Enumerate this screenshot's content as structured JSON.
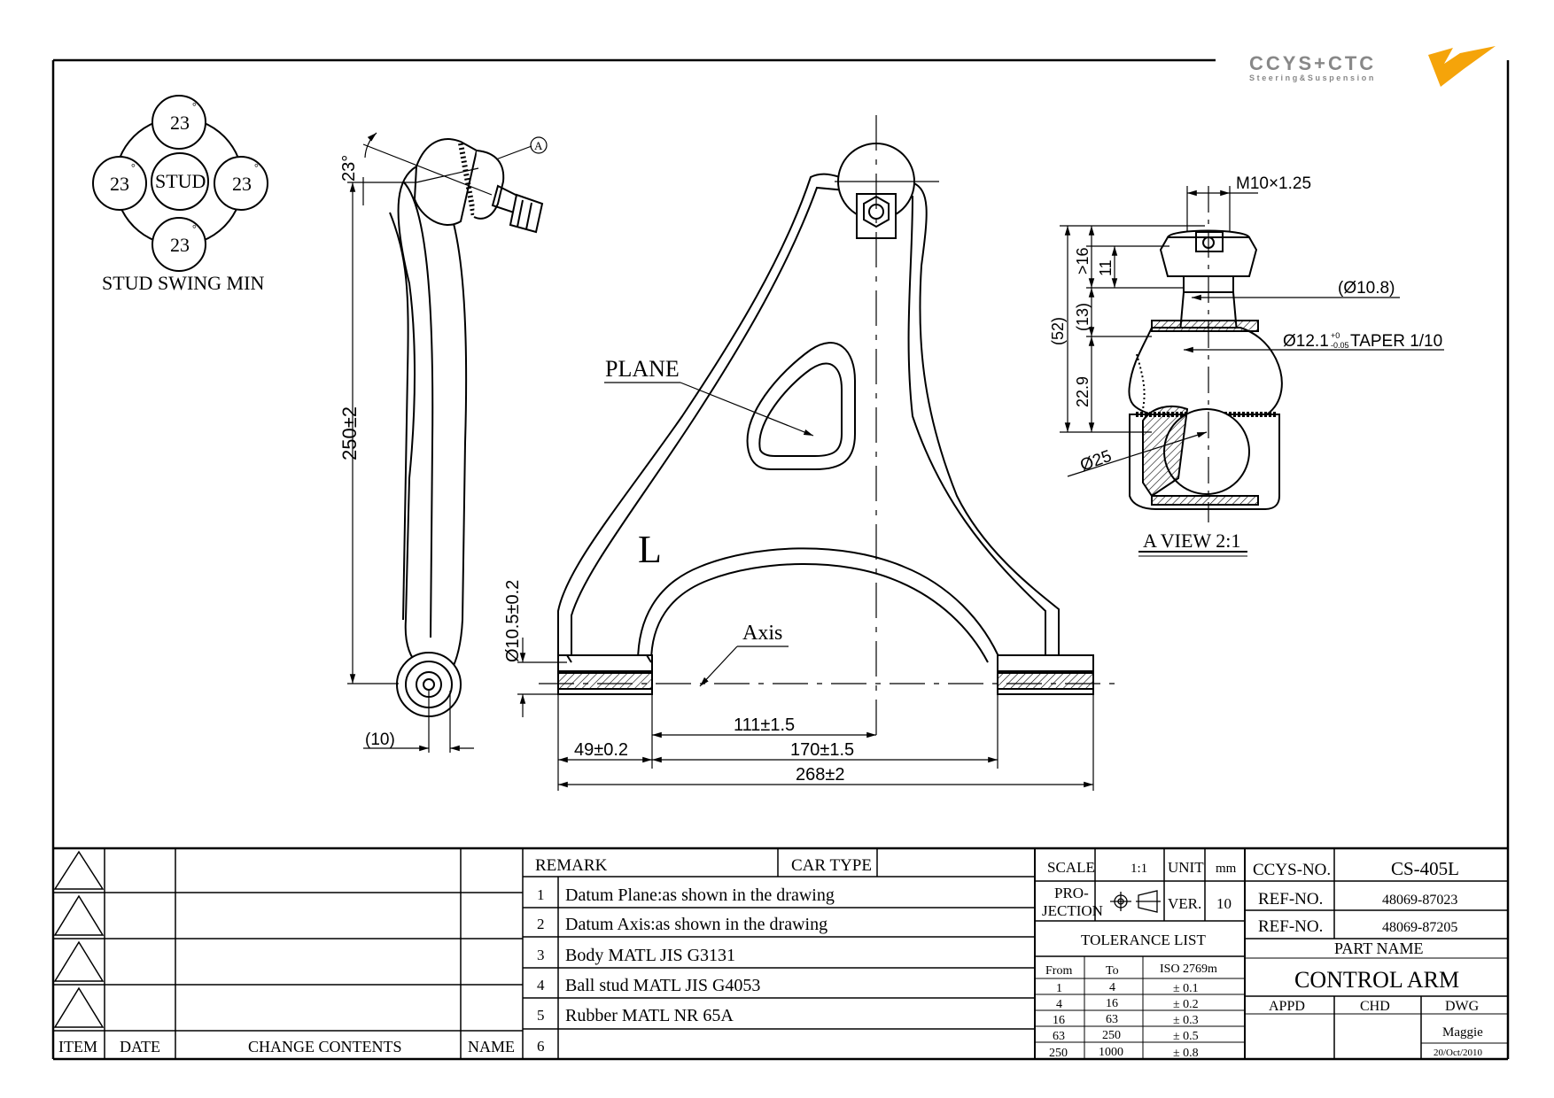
{
  "logo": {
    "brand": "CCYS+CTC",
    "tagline": "Steering&Suspension"
  },
  "stud_swing": {
    "center": "STUD",
    "values": [
      "23",
      "23",
      "23",
      "23"
    ],
    "degree": "°",
    "caption": "STUD SWING MIN"
  },
  "side_view": {
    "angle": "23°",
    "callout": "A",
    "length": "250±2",
    "offset": "(10)"
  },
  "front_view": {
    "plane_label": "PLANE",
    "side_mark": "L",
    "axis_label": "Axis",
    "bush_dia": "Ø10.5±0.2",
    "dims": [
      "111±1.5",
      "49±0.2",
      "170±1.5",
      "268±2"
    ]
  },
  "a_view": {
    "thread": "M10×1.25",
    "d_outer": "(Ø10.8)",
    "taper_prefix": "Ø12.1",
    "taper_tol_top": "+0",
    "taper_tol_bot": "-0.05",
    "taper_suffix": "TAPER 1/10",
    "ball_dia": "Ø25",
    "v16": ">16",
    "v11": "11",
    "v13": "(13)",
    "v52": "(52)",
    "v229": "22.9",
    "title": "A VIEW 2:1"
  },
  "title_block": {
    "revision_headers": {
      "item": "ITEM",
      "date": "DATE",
      "change": "CHANGE CONTENTS",
      "name": "NAME"
    },
    "remark_label": "REMARK",
    "car_type_label": "CAR TYPE",
    "remarks": [
      {
        "no": "1",
        "text": "Datum Plane:as shown in the drawing"
      },
      {
        "no": "2",
        "text": "Datum Axis:as shown in the drawing"
      },
      {
        "no": "3",
        "text": "Body MATL JIS G3131"
      },
      {
        "no": "4",
        "text": "Ball stud MATL JIS G4053"
      },
      {
        "no": "5",
        "text": "Rubber MATL NR 65A"
      },
      {
        "no": "6",
        "text": ""
      }
    ],
    "scale_label": "SCALE",
    "scale_value": "1:1",
    "unit_label": "UNIT",
    "unit_value": "mm",
    "projection_label_1": "PRO-",
    "projection_label_2": "JECTION",
    "ver_label": "VER.",
    "ver_value": "10",
    "tolerance_title": "TOLERANCE LIST",
    "tolerance_headers": [
      "From",
      "To",
      "ISO 2769m"
    ],
    "tolerance_rows": [
      [
        "1",
        "4",
        "± 0.1"
      ],
      [
        "4",
        "16",
        "± 0.2"
      ],
      [
        "16",
        "63",
        "± 0.3"
      ],
      [
        "63",
        "250",
        "± 0.5"
      ],
      [
        "250",
        "1000",
        "± 0.8"
      ]
    ],
    "ccys_no_label": "CCYS-NO.",
    "ccys_no_value": "CS-405L",
    "ref_no_label": "REF-NO.",
    "ref_no_1": "48069-87023",
    "ref_no_2": "48069-87205",
    "part_name_label": "PART NAME",
    "part_name": "CONTROL ARM",
    "appd_label": "APPD",
    "chd_label": "CHD",
    "dwg_label": "DWG",
    "drawer": "Maggie",
    "date": "20/Oct/2010"
  }
}
